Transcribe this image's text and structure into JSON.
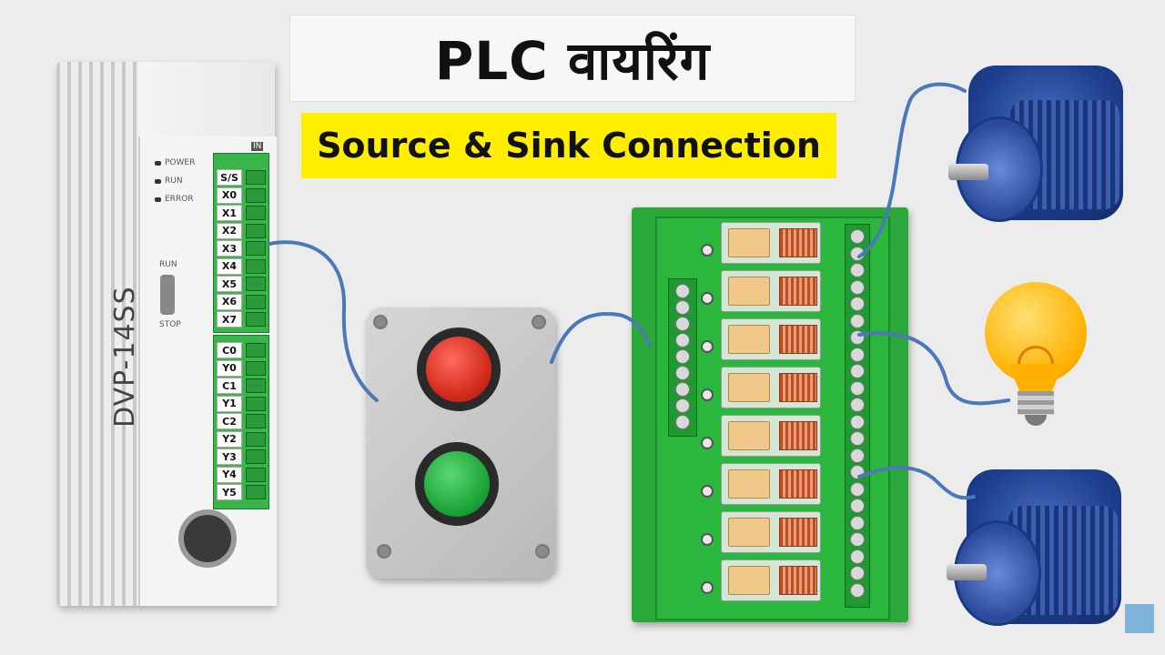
{
  "header": {
    "title": "PLC वायरिंग",
    "subtitle": "Source & Sink Connection"
  },
  "plc": {
    "model": "DVP-14SS",
    "port_label": "IN",
    "status_leds": [
      "POWER",
      "RUN",
      "ERROR"
    ],
    "switch_labels": {
      "top": "RUN",
      "bottom": "STOP"
    },
    "input_terminals": [
      "S/S",
      "X0",
      "X1",
      "X2",
      "X3",
      "X4",
      "X5",
      "X6",
      "X7"
    ],
    "output_terminals": [
      "C0",
      "Y0",
      "C1",
      "Y1",
      "C2",
      "Y2",
      "Y3",
      "Y4",
      "Y5"
    ]
  },
  "colors": {
    "wire": "#4a78b8",
    "subtitle_bg": "#ffee00",
    "terminal_green": "#39b54a",
    "relay_board": "#2bb63e",
    "motor_blue": "#1e3f8f",
    "bulb": "#ffb000",
    "button_red": "#d42d1f",
    "button_green": "#1fa83a"
  },
  "devices": {
    "push_buttons": [
      "red-button",
      "green-button"
    ],
    "relay_count": 8,
    "loads": [
      "motor-top-icon",
      "bulb-icon",
      "motor-bottom-icon"
    ]
  }
}
